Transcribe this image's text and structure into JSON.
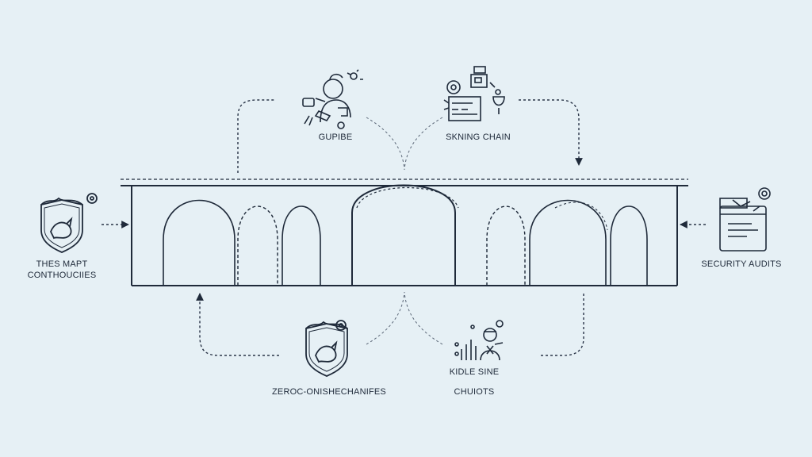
{
  "nodes": {
    "top_left": {
      "label": "GUPIBE",
      "icon": "person-device-icon"
    },
    "top_right": {
      "label": "SKNING CHAIN",
      "icon": "supply-chain-icon"
    },
    "left": {
      "label_line1": "THES MAPT",
      "label_line2": "CONTHOUCIIES",
      "icon": "shield-fox-icon"
    },
    "right": {
      "label": "SECURITY AUDITS",
      "icon": "audit-document-icon"
    },
    "bottom_left": {
      "label": "ZEROC-ONISHECHANIFES",
      "icon": "shield-fox-icon"
    },
    "bottom_right": {
      "label_line1": "KIDLE SINE",
      "label_line2": "CHUIOTS",
      "icon": "chart-person-icon"
    }
  },
  "colors": {
    "background": "#e6f0f5",
    "line": "#1f2a3a",
    "dashed": "#2a3548",
    "faint": "#8a95a3"
  }
}
